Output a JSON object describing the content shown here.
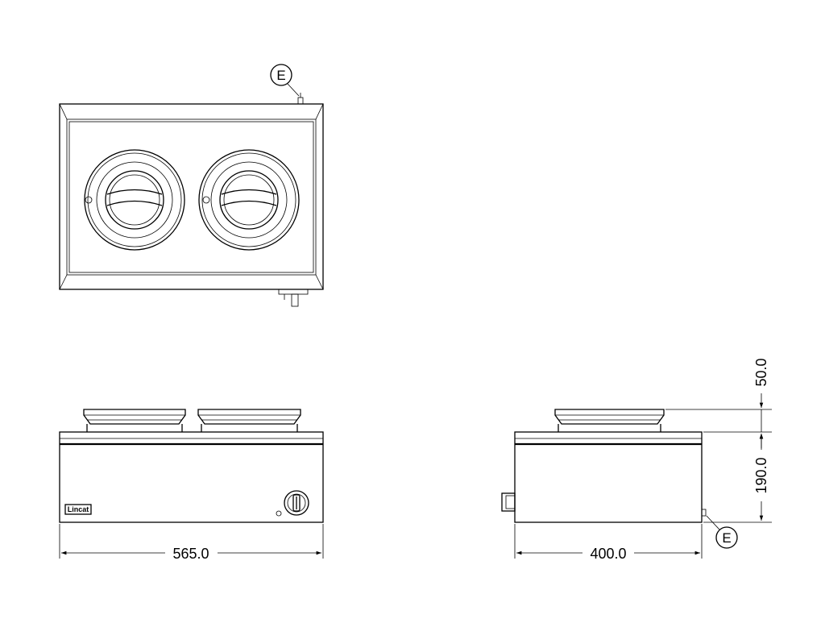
{
  "drawing": {
    "brand_logo": "Lincat",
    "callout_label": "E",
    "dimensions": {
      "width": "565.0",
      "depth": "400.0",
      "body_height": "190.0",
      "pot_rim_height": "50.0"
    }
  }
}
